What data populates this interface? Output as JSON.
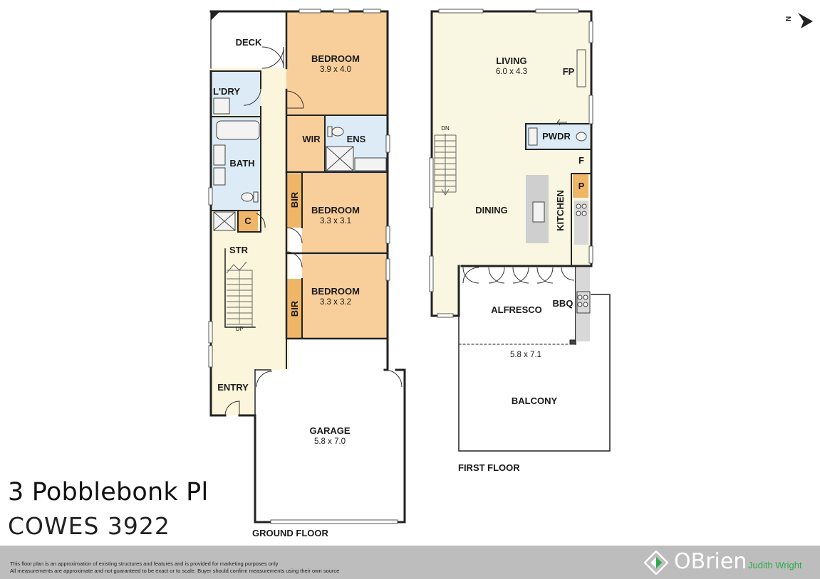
{
  "address": {
    "street": "3 Pobblebonk Pl",
    "suburb": "COWES 3922"
  },
  "compass_label": "N",
  "floors": {
    "ground": "GROUND FLOOR",
    "first": "FIRST FLOOR"
  },
  "rooms": {
    "deck": "DECK",
    "bed1": {
      "name": "BEDROOM",
      "size": "3.9 x 4.0"
    },
    "ldry": "L'DRY",
    "wir": "WIR",
    "ens": "ENS",
    "bath": "BATH",
    "bir1": "BIR",
    "bed2": {
      "name": "BEDROOM",
      "size": "3.3 x 3.1"
    },
    "cupboard": "C",
    "str": "STR",
    "bir2": "BIR",
    "bed3": {
      "name": "BEDROOM",
      "size": "3.3 x 3.2"
    },
    "up": "UP",
    "entry": "ENTRY",
    "garage": {
      "name": "GARAGE",
      "size": "5.8 x 7.0"
    },
    "living": {
      "name": "LIVING",
      "size": "6.0 x 4.3"
    },
    "fp": "FP",
    "dn": "DN",
    "pwdr": "PWDR",
    "fridge": "F",
    "pantry": "P",
    "kitchen": "KITCHEN",
    "dining": "DINING",
    "alfresco": "ALFRESCO",
    "bbq": "BBQ",
    "balcony": {
      "name": "BALCONY",
      "size": "5.8 x 7.1"
    }
  },
  "footer": {
    "disclaimer_1": "This floor plan is an approximation of existing structures and features and is provided for marketing purposes only",
    "disclaimer_2": "All measurements are approximate and not guaranteed to be exact or to scale. Buyer should confirm measurements using their own source",
    "brand": "OBrien",
    "agent": "Judith Wright"
  },
  "colors": {
    "bedroom": "#f8cf9a",
    "hall": "#fbf5dc",
    "wet": "#dcebf5",
    "storage": "#f0b668",
    "living": "#f9f7e1",
    "wall": "#222222",
    "footer": "#bdbdbd",
    "brand_green": "#2eaa4e"
  }
}
